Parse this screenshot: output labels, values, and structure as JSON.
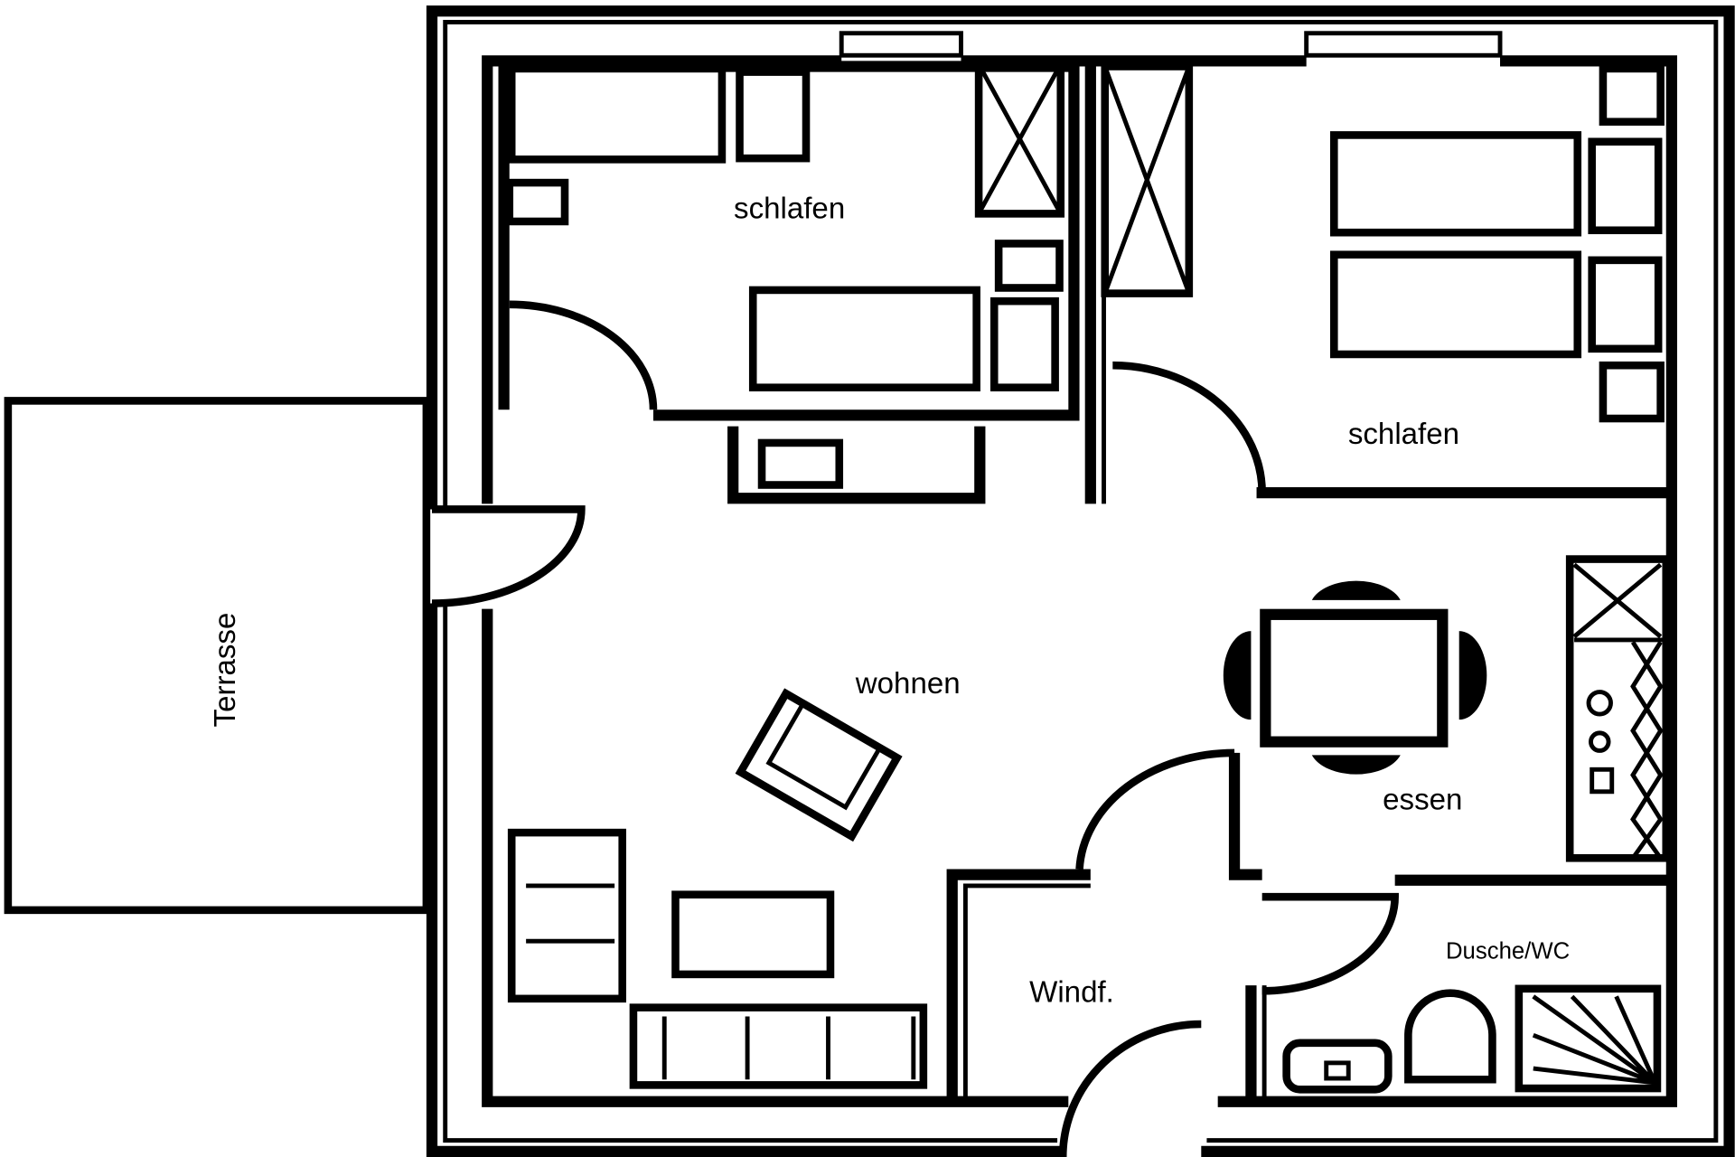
{
  "plan": {
    "rooms": {
      "bedroom_1": "schlafen",
      "bedroom_2": "schlafen",
      "living": "wohnen",
      "dining": "essen",
      "vestibule": "Windf.",
      "bathroom": "Dusche/WC",
      "terrace": "Terrasse"
    }
  }
}
